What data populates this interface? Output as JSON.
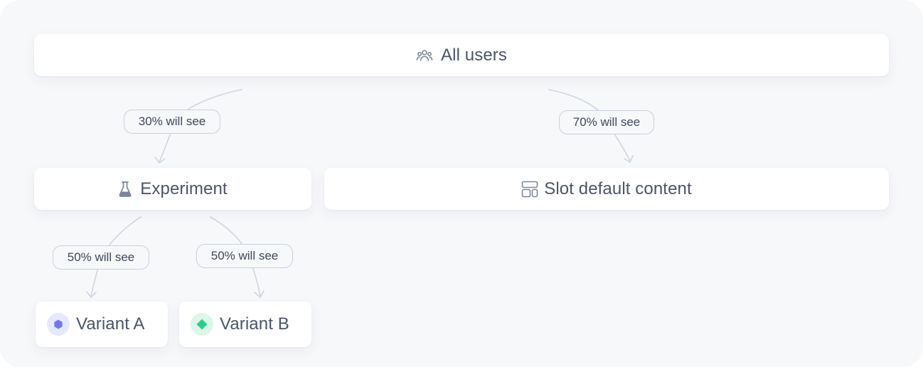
{
  "nodes": {
    "root": {
      "label": "All users",
      "icon": "users-icon"
    },
    "experiment": {
      "label": "Experiment",
      "icon": "flask-icon"
    },
    "default_content": {
      "label": "Slot default content",
      "icon": "layout-icon"
    },
    "variant_a": {
      "label": "Variant A",
      "icon": "hexagon-icon",
      "color": "#6f78f0",
      "bg": "#e6e8fd"
    },
    "variant_b": {
      "label": "Variant B",
      "icon": "diamond-icon",
      "color": "#2dcf8a",
      "bg": "#dcf7ea"
    }
  },
  "edges": {
    "to_experiment": {
      "label": "30% will see"
    },
    "to_default": {
      "label": "70% will see"
    },
    "to_variant_a": {
      "label": "50% will see"
    },
    "to_variant_b": {
      "label": "50% will see"
    }
  },
  "colors": {
    "edge": "#cfd5e0",
    "text": "#4b5566",
    "background": "#f7f8fa"
  }
}
